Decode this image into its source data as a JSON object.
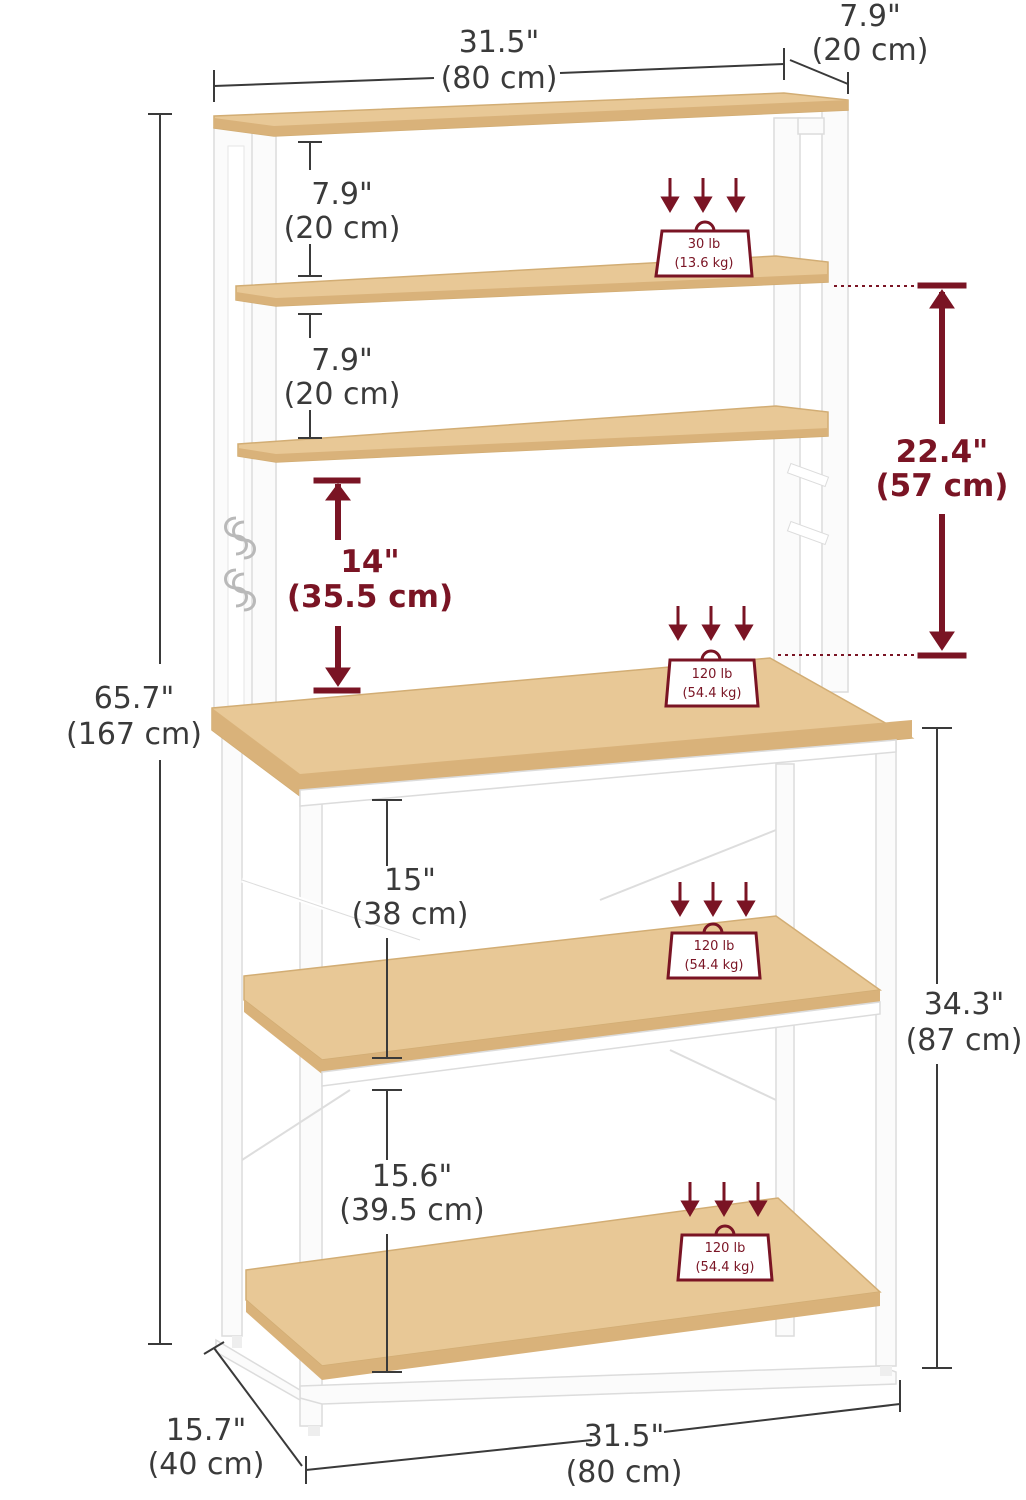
{
  "dimensions": {
    "top_width": {
      "inch": "31.5\"",
      "cm": "(80 cm)"
    },
    "top_depth": {
      "inch": "7.9\"",
      "cm": "(20 cm)"
    },
    "hutch_gap_1": {
      "inch": "7.9\"",
      "cm": "(20 cm)"
    },
    "hutch_gap_2": {
      "inch": "7.9\"",
      "cm": "(20 cm)"
    },
    "counter_gap": {
      "inch": "14\"",
      "cm": "(35.5 cm)"
    },
    "hutch_span": {
      "inch": "22.4\"",
      "cm": "(57 cm)"
    },
    "total_height": {
      "inch": "65.7\"",
      "cm": "(167 cm)"
    },
    "lower_gap_1": {
      "inch": "15\"",
      "cm": "(38 cm)"
    },
    "lower_gap_2": {
      "inch": "15.6\"",
      "cm": "(39.5 cm)"
    },
    "base_height": {
      "inch": "34.3\"",
      "cm": "(87 cm)"
    },
    "base_depth": {
      "inch": "15.7\"",
      "cm": "(40 cm)"
    },
    "base_width": {
      "inch": "31.5\"",
      "cm": "(80 cm)"
    }
  },
  "loads": [
    {
      "lb": "30 lb",
      "kg": "(13.6 kg)"
    },
    {
      "lb": "120 lb",
      "kg": "(54.4 kg)"
    },
    {
      "lb": "120 lb",
      "kg": "(54.4 kg)"
    },
    {
      "lb": "120 lb",
      "kg": "(54.4 kg)"
    }
  ],
  "colors": {
    "accent": "#7a1424",
    "wood": "#e8c896",
    "frame": "#fbfbfb",
    "text": "#3a3a3a"
  }
}
